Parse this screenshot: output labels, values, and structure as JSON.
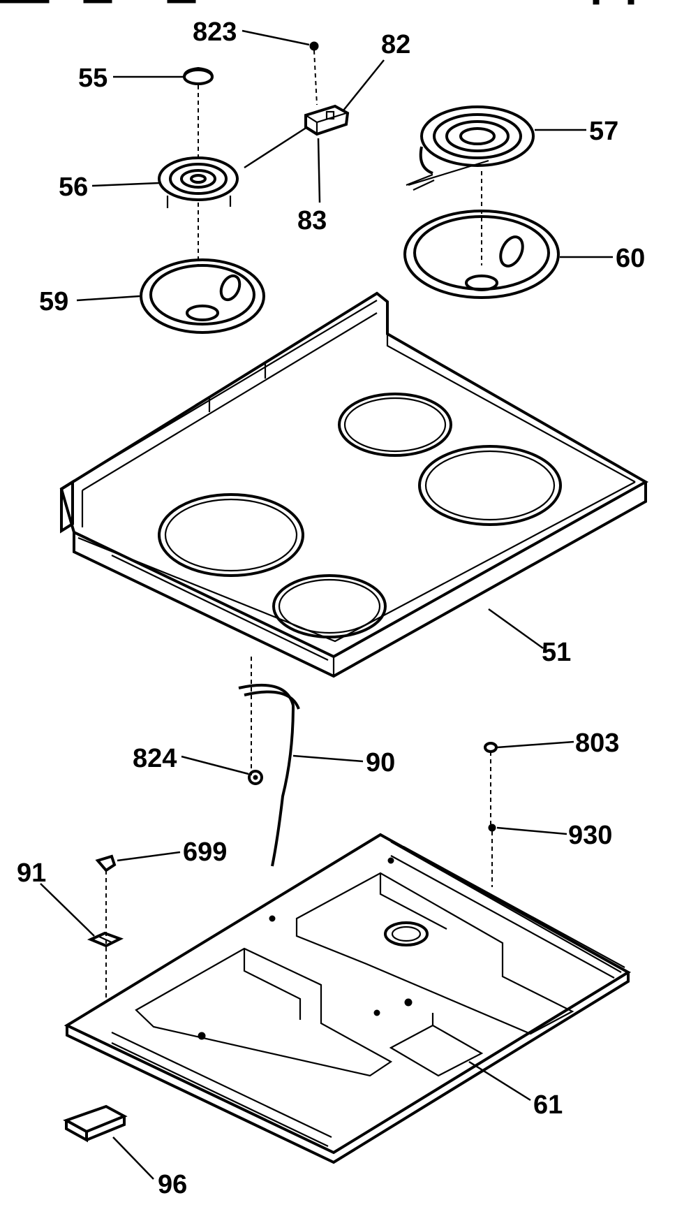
{
  "header_fragment": "...",
  "labels": {
    "l823": "823",
    "l82": "82",
    "l55": "55",
    "l57": "57",
    "l56": "56",
    "l83": "83",
    "l60": "60",
    "l59": "59",
    "l51": "51",
    "l803": "803",
    "l824": "824",
    "l90": "90",
    "l930": "930",
    "l699": "699",
    "l91": "91",
    "l61": "61",
    "l96": "96"
  }
}
